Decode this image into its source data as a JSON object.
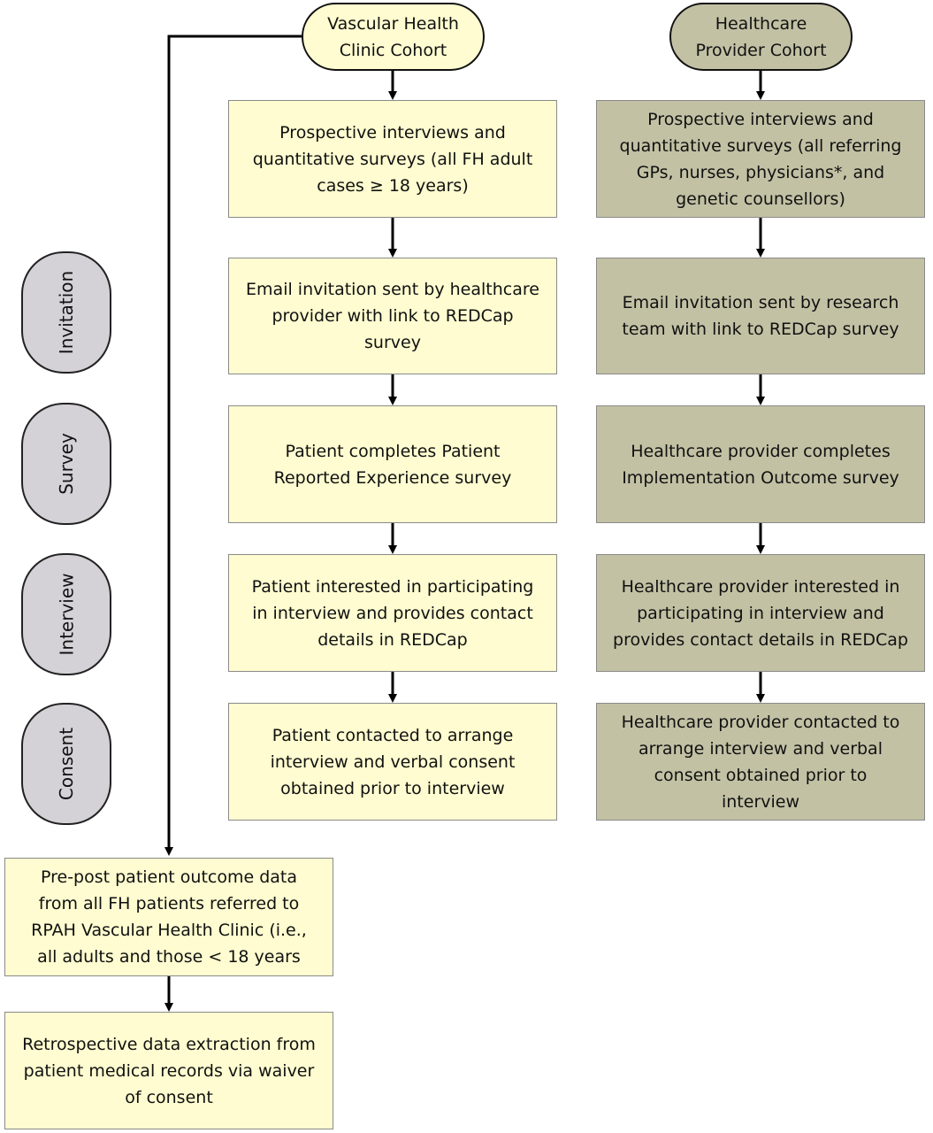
{
  "stages": [
    "Invitation",
    "Survey",
    "Interview",
    "Consent"
  ],
  "clinic": {
    "title": "Vascular Health\nClinic Cohort",
    "steps": [
      "Prospective interviews and\nquantitative surveys (all FH adult\ncases ≥ 18 years)",
      "Email invitation sent by healthcare\nprovider with link to REDCap\nsurvey",
      "Patient completes Patient\nReported Experience survey",
      "Patient interested in participating\nin interview and provides contact\ndetails in REDCap",
      "Patient contacted to arrange\ninterview and verbal consent\nobtained prior to interview"
    ],
    "outcome": "Pre-post patient outcome data\nfrom all FH patients referred to\nRPAH Vascular Health Clinic (i.e.,\nall adults and those < 18 years",
    "retrospective": "Retrospective data extraction from\npatient medical records via waiver\nof consent"
  },
  "provider": {
    "title": "Healthcare\nProvider Cohort",
    "steps": [
      "Prospective interviews and\nquantitative surveys (all referring\nGPs, nurses, physicians*, and\ngenetic counsellors)",
      "Email invitation sent by research\nteam with link to REDCap survey",
      "Healthcare provider completes\nImplementation Outcome survey",
      "Healthcare provider interested in\nparticipating in interview and\nprovides contact details in REDCap",
      "Healthcare provider contacted to\narrange interview and verbal\nconsent obtained prior to\ninterview"
    ]
  },
  "colors": {
    "clinic_fill": "#fefcd0",
    "provider_fill": "#c3c1a4",
    "stage_fill": "#d4d1d7"
  }
}
